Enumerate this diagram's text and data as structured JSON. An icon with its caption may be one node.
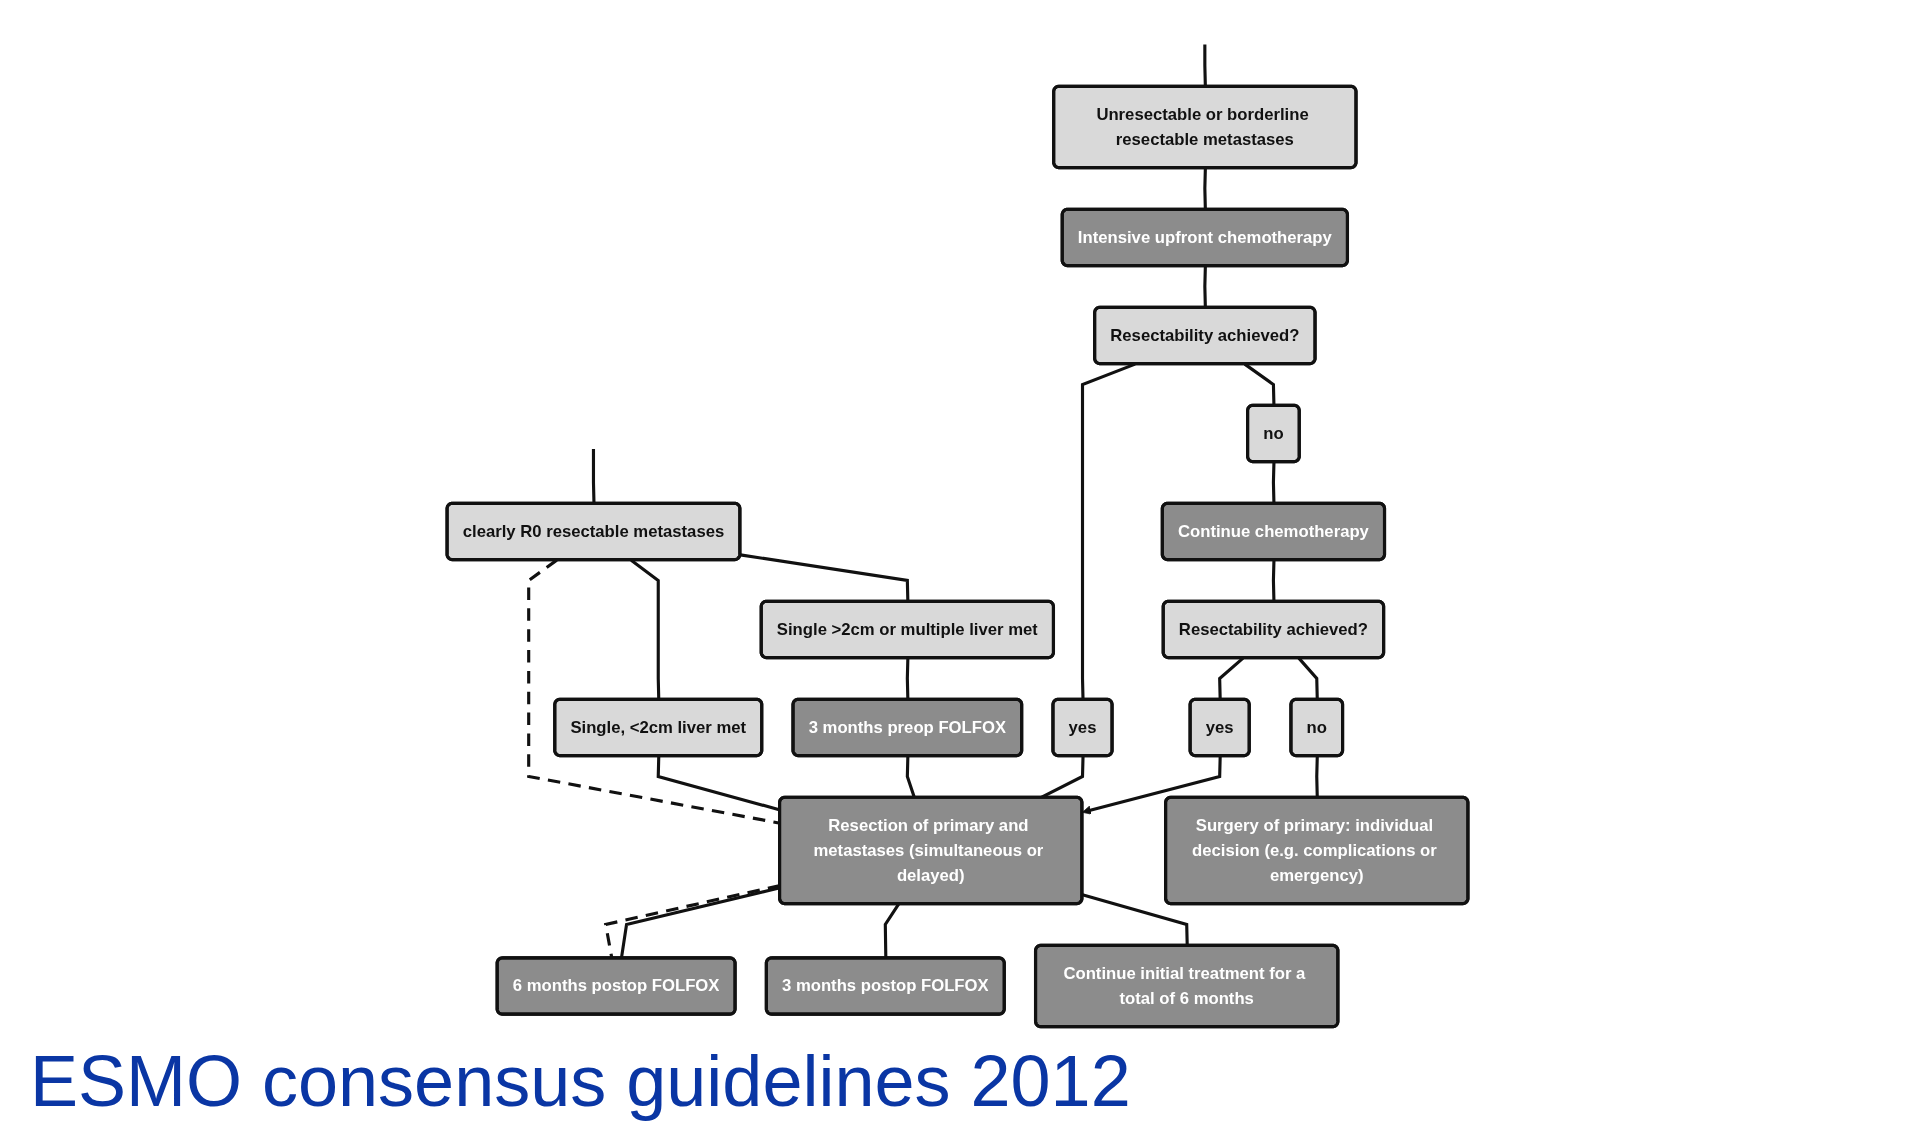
{
  "diagram": {
    "caption": "ESMO consensus guidelines 2012",
    "nodes": [
      {
        "text": [
          "clearly R0 resectable metastases"
        ]
      },
      {
        "text": [
          "Unresectable or borderline resectable metastases"
        ]
      },
      {
        "text": [
          "Single, <2cm liver met"
        ]
      },
      {
        "text": [
          "Single >2cm or multiple liver met"
        ]
      },
      {
        "text": [
          "Intensive upfront chemotherapy"
        ]
      },
      {
        "text": [
          "3 months preop FOLFOX"
        ]
      },
      {
        "text": [
          "Resectability achieved?"
        ]
      },
      {
        "text": [
          "yes"
        ]
      },
      {
        "text": [
          "no"
        ]
      },
      {
        "text": [
          "Resection of primary and metastases (simultaneous or delayed)"
        ]
      },
      {
        "text": [
          "Continue chemotherapy"
        ]
      },
      {
        "text": [
          "Resectability achieved?"
        ]
      },
      {
        "text": [
          "6 months postop FOLFOX"
        ]
      },
      {
        "text": [
          "3 months postop FOLFOX"
        ]
      },
      {
        "text": [
          "Continue initial treatment for a total of 6 months"
        ]
      },
      {
        "text": [
          "yes"
        ]
      },
      {
        "text": [
          "no"
        ]
      },
      {
        "text": [
          "Surgery of primary: individual decision (e.g. complications or emergency)"
        ]
      }
    ],
    "edges": [
      {
        "from": null,
        "to": 0,
        "arrow": "none"
      },
      {
        "from": null,
        "to": 1,
        "arrow": "none"
      },
      {
        "from": 0,
        "to": 2,
        "arrow": "none"
      },
      {
        "from": 0,
        "to": 3,
        "arrow": "none"
      },
      {
        "from": 0,
        "to": 9,
        "arrow": "none",
        "style": "dashed"
      },
      {
        "from": 1,
        "to": 4,
        "arrow": "none"
      },
      {
        "from": 3,
        "to": 5,
        "arrow": "none"
      },
      {
        "from": 4,
        "to": 6,
        "arrow": "none"
      },
      {
        "from": 6,
        "to": 7,
        "arrow": "none"
      },
      {
        "from": 6,
        "to": 8,
        "arrow": "none"
      },
      {
        "from": 2,
        "to": 9,
        "arrow": "none"
      },
      {
        "from": 5,
        "to": 9,
        "arrow": "none"
      },
      {
        "from": 7,
        "to": 9,
        "arrow": "none"
      },
      {
        "from": 8,
        "to": 10,
        "arrow": "none"
      },
      {
        "from": 10,
        "to": 11,
        "arrow": "none"
      },
      {
        "from": 9,
        "to": 12,
        "arrow": "none",
        "style": "dashed"
      },
      {
        "from": 9,
        "to": 12,
        "arrow": "none"
      },
      {
        "from": 9,
        "to": 13,
        "arrow": "none"
      },
      {
        "from": 9,
        "to": 14,
        "arrow": "none"
      },
      {
        "from": 11,
        "to": 15,
        "arrow": "none"
      },
      {
        "from": 11,
        "to": 16,
        "arrow": "none"
      },
      {
        "from": 15,
        "to": 9,
        "arrow": "to"
      },
      {
        "from": 16,
        "to": 17,
        "arrow": "none"
      }
    ]
  }
}
